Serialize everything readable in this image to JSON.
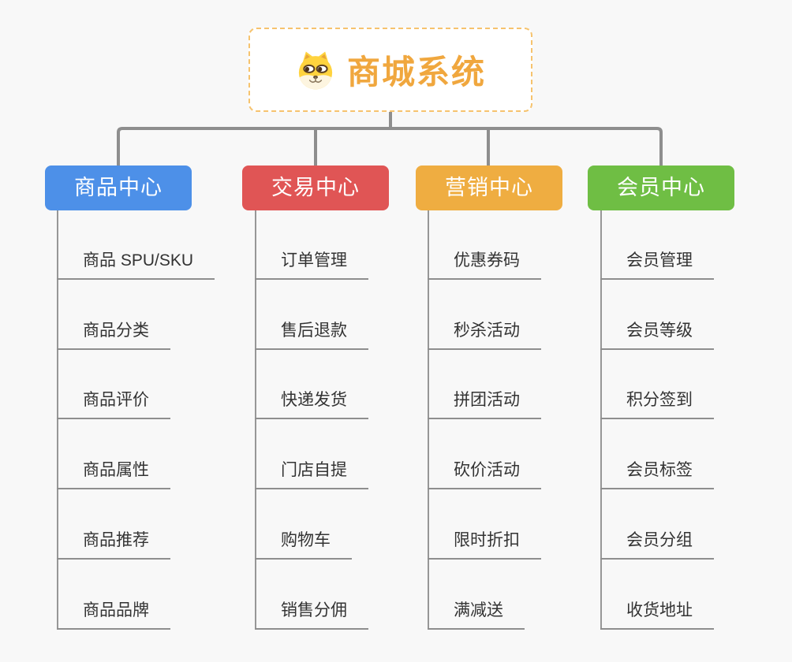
{
  "page": {
    "background_color": "#f8f8f8",
    "connector_color": "#8e8e8e"
  },
  "root": {
    "title": "商城系统",
    "icon": "dog-face-icon",
    "text_color": "#f0a73e",
    "border_color": "#f6c36e"
  },
  "branches": [
    {
      "label": "商品中心",
      "color": "#4d90e8",
      "items": [
        "商品 SPU/SKU",
        "商品分类",
        "商品评价",
        "商品属性",
        "商品推荐",
        "商品品牌"
      ]
    },
    {
      "label": "交易中心",
      "color": "#e05555",
      "items": [
        "订单管理",
        "售后退款",
        "快递发货",
        "门店自提",
        "购物车",
        "销售分佣"
      ]
    },
    {
      "label": "营销中心",
      "color": "#efad41",
      "items": [
        "优惠券码",
        "秒杀活动",
        "拼团活动",
        "砍价活动",
        "限时折扣",
        "满减送"
      ]
    },
    {
      "label": "会员中心",
      "color": "#6fbe44",
      "items": [
        "会员管理",
        "会员等级",
        "积分签到",
        "会员标签",
        "会员分组",
        "收货地址"
      ]
    }
  ]
}
